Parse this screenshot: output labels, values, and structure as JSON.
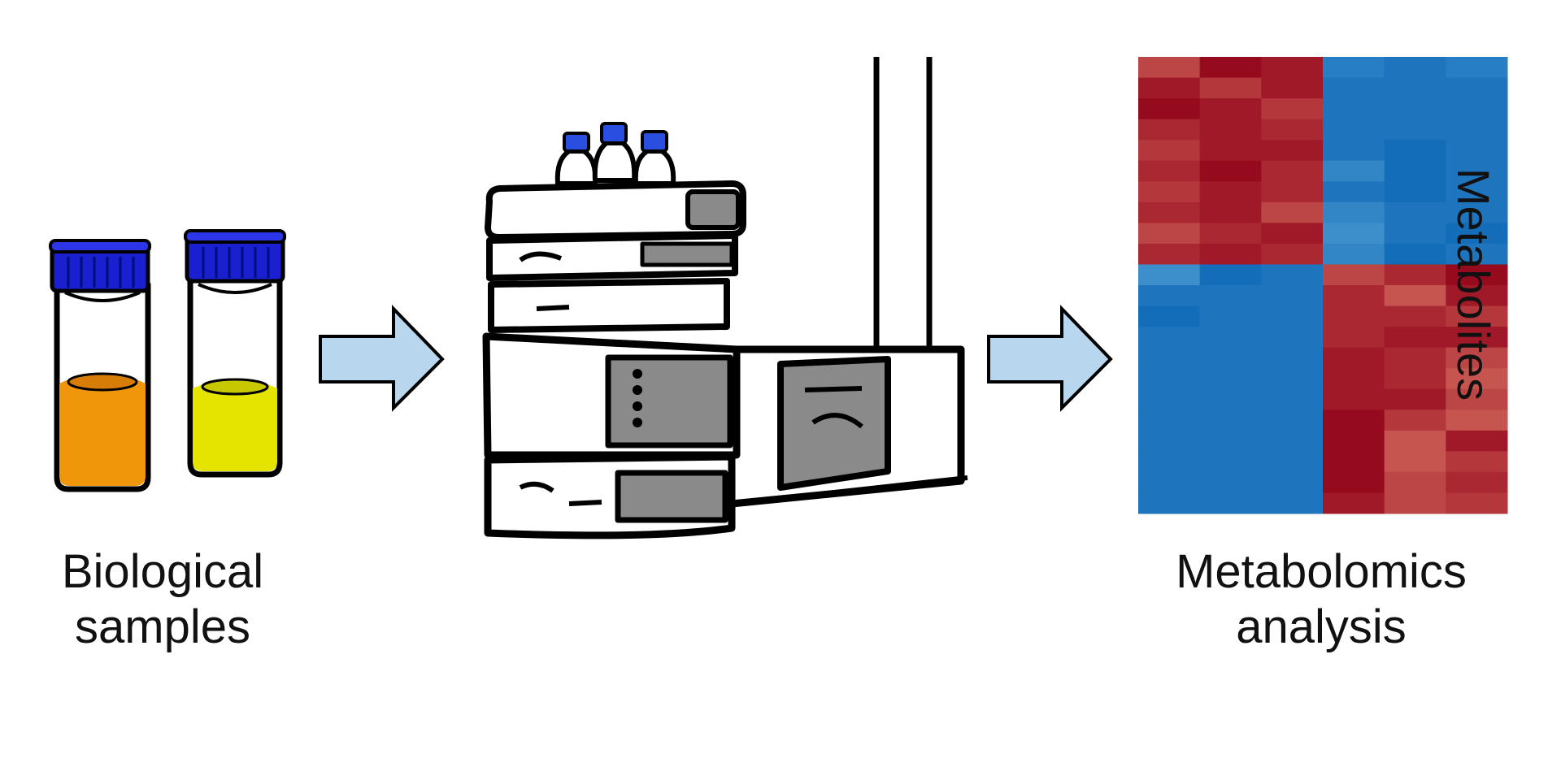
{
  "labels": {
    "biological_samples": "Biological samples",
    "metabolomics_analysis": "Metabolomics analysis",
    "heatmap_y_axis": "Metabolites"
  },
  "icons": {
    "vial_left": "sample-vial-orange-icon",
    "vial_right": "sample-vial-yellow-icon",
    "instrument": "lc-ms-instrument-icon",
    "arrow": "right-arrow-icon"
  },
  "colors": {
    "vial_cap": "#1a1fcf",
    "liquid_orange": "#f0960a",
    "liquid_yellow": "#e4e400",
    "arrow_fill": "#b8d7ee",
    "instrument_gray": "#8a8a8a",
    "bottle_cap": "#2a4fe0"
  },
  "chart_data": {
    "type": "heatmap",
    "xlabel": "",
    "ylabel": "Metabolites",
    "columns": 6,
    "rows": 22,
    "scale": "z-score: positive = red, negative = blue",
    "values": [
      [
        0.6,
        1.0,
        0.9,
        -0.7,
        -0.8,
        -0.7
      ],
      [
        0.9,
        0.7,
        0.9,
        -0.8,
        -0.8,
        -0.8
      ],
      [
        1.0,
        0.9,
        0.7,
        -0.8,
        -0.8,
        -0.8
      ],
      [
        0.8,
        0.9,
        0.8,
        -0.8,
        -0.8,
        -0.8
      ],
      [
        0.7,
        0.9,
        0.9,
        -0.8,
        -0.9,
        -0.8
      ],
      [
        0.8,
        1.0,
        0.8,
        -0.6,
        -0.9,
        -0.8
      ],
      [
        0.7,
        0.9,
        0.8,
        -0.8,
        -0.9,
        -0.8
      ],
      [
        0.8,
        0.9,
        0.6,
        -0.6,
        -0.8,
        -0.8
      ],
      [
        0.6,
        0.8,
        0.9,
        -0.5,
        -0.8,
        -0.9
      ],
      [
        0.8,
        0.9,
        0.8,
        -0.6,
        -0.9,
        -0.8
      ],
      [
        -0.5,
        -0.9,
        -0.8,
        0.6,
        0.8,
        1.0
      ],
      [
        -0.8,
        -0.8,
        -0.8,
        0.8,
        0.5,
        0.9
      ],
      [
        -0.9,
        -0.8,
        -0.8,
        0.8,
        0.8,
        0.7
      ],
      [
        -0.8,
        -0.8,
        -0.8,
        0.8,
        0.9,
        0.9
      ],
      [
        -0.8,
        -0.8,
        -0.8,
        0.9,
        0.8,
        0.6
      ],
      [
        -0.8,
        -0.8,
        -0.8,
        0.9,
        0.8,
        0.5
      ],
      [
        -0.8,
        -0.8,
        -0.8,
        0.9,
        0.9,
        0.6
      ],
      [
        -0.8,
        -0.8,
        -0.8,
        1.0,
        0.7,
        0.5
      ],
      [
        -0.8,
        -0.8,
        -0.8,
        1.0,
        0.5,
        0.9
      ],
      [
        -0.8,
        -0.8,
        -0.8,
        1.0,
        0.5,
        0.7
      ],
      [
        -0.8,
        -0.8,
        -0.8,
        1.0,
        0.6,
        0.8
      ],
      [
        -0.8,
        -0.8,
        -0.8,
        0.9,
        0.6,
        0.7
      ]
    ]
  }
}
